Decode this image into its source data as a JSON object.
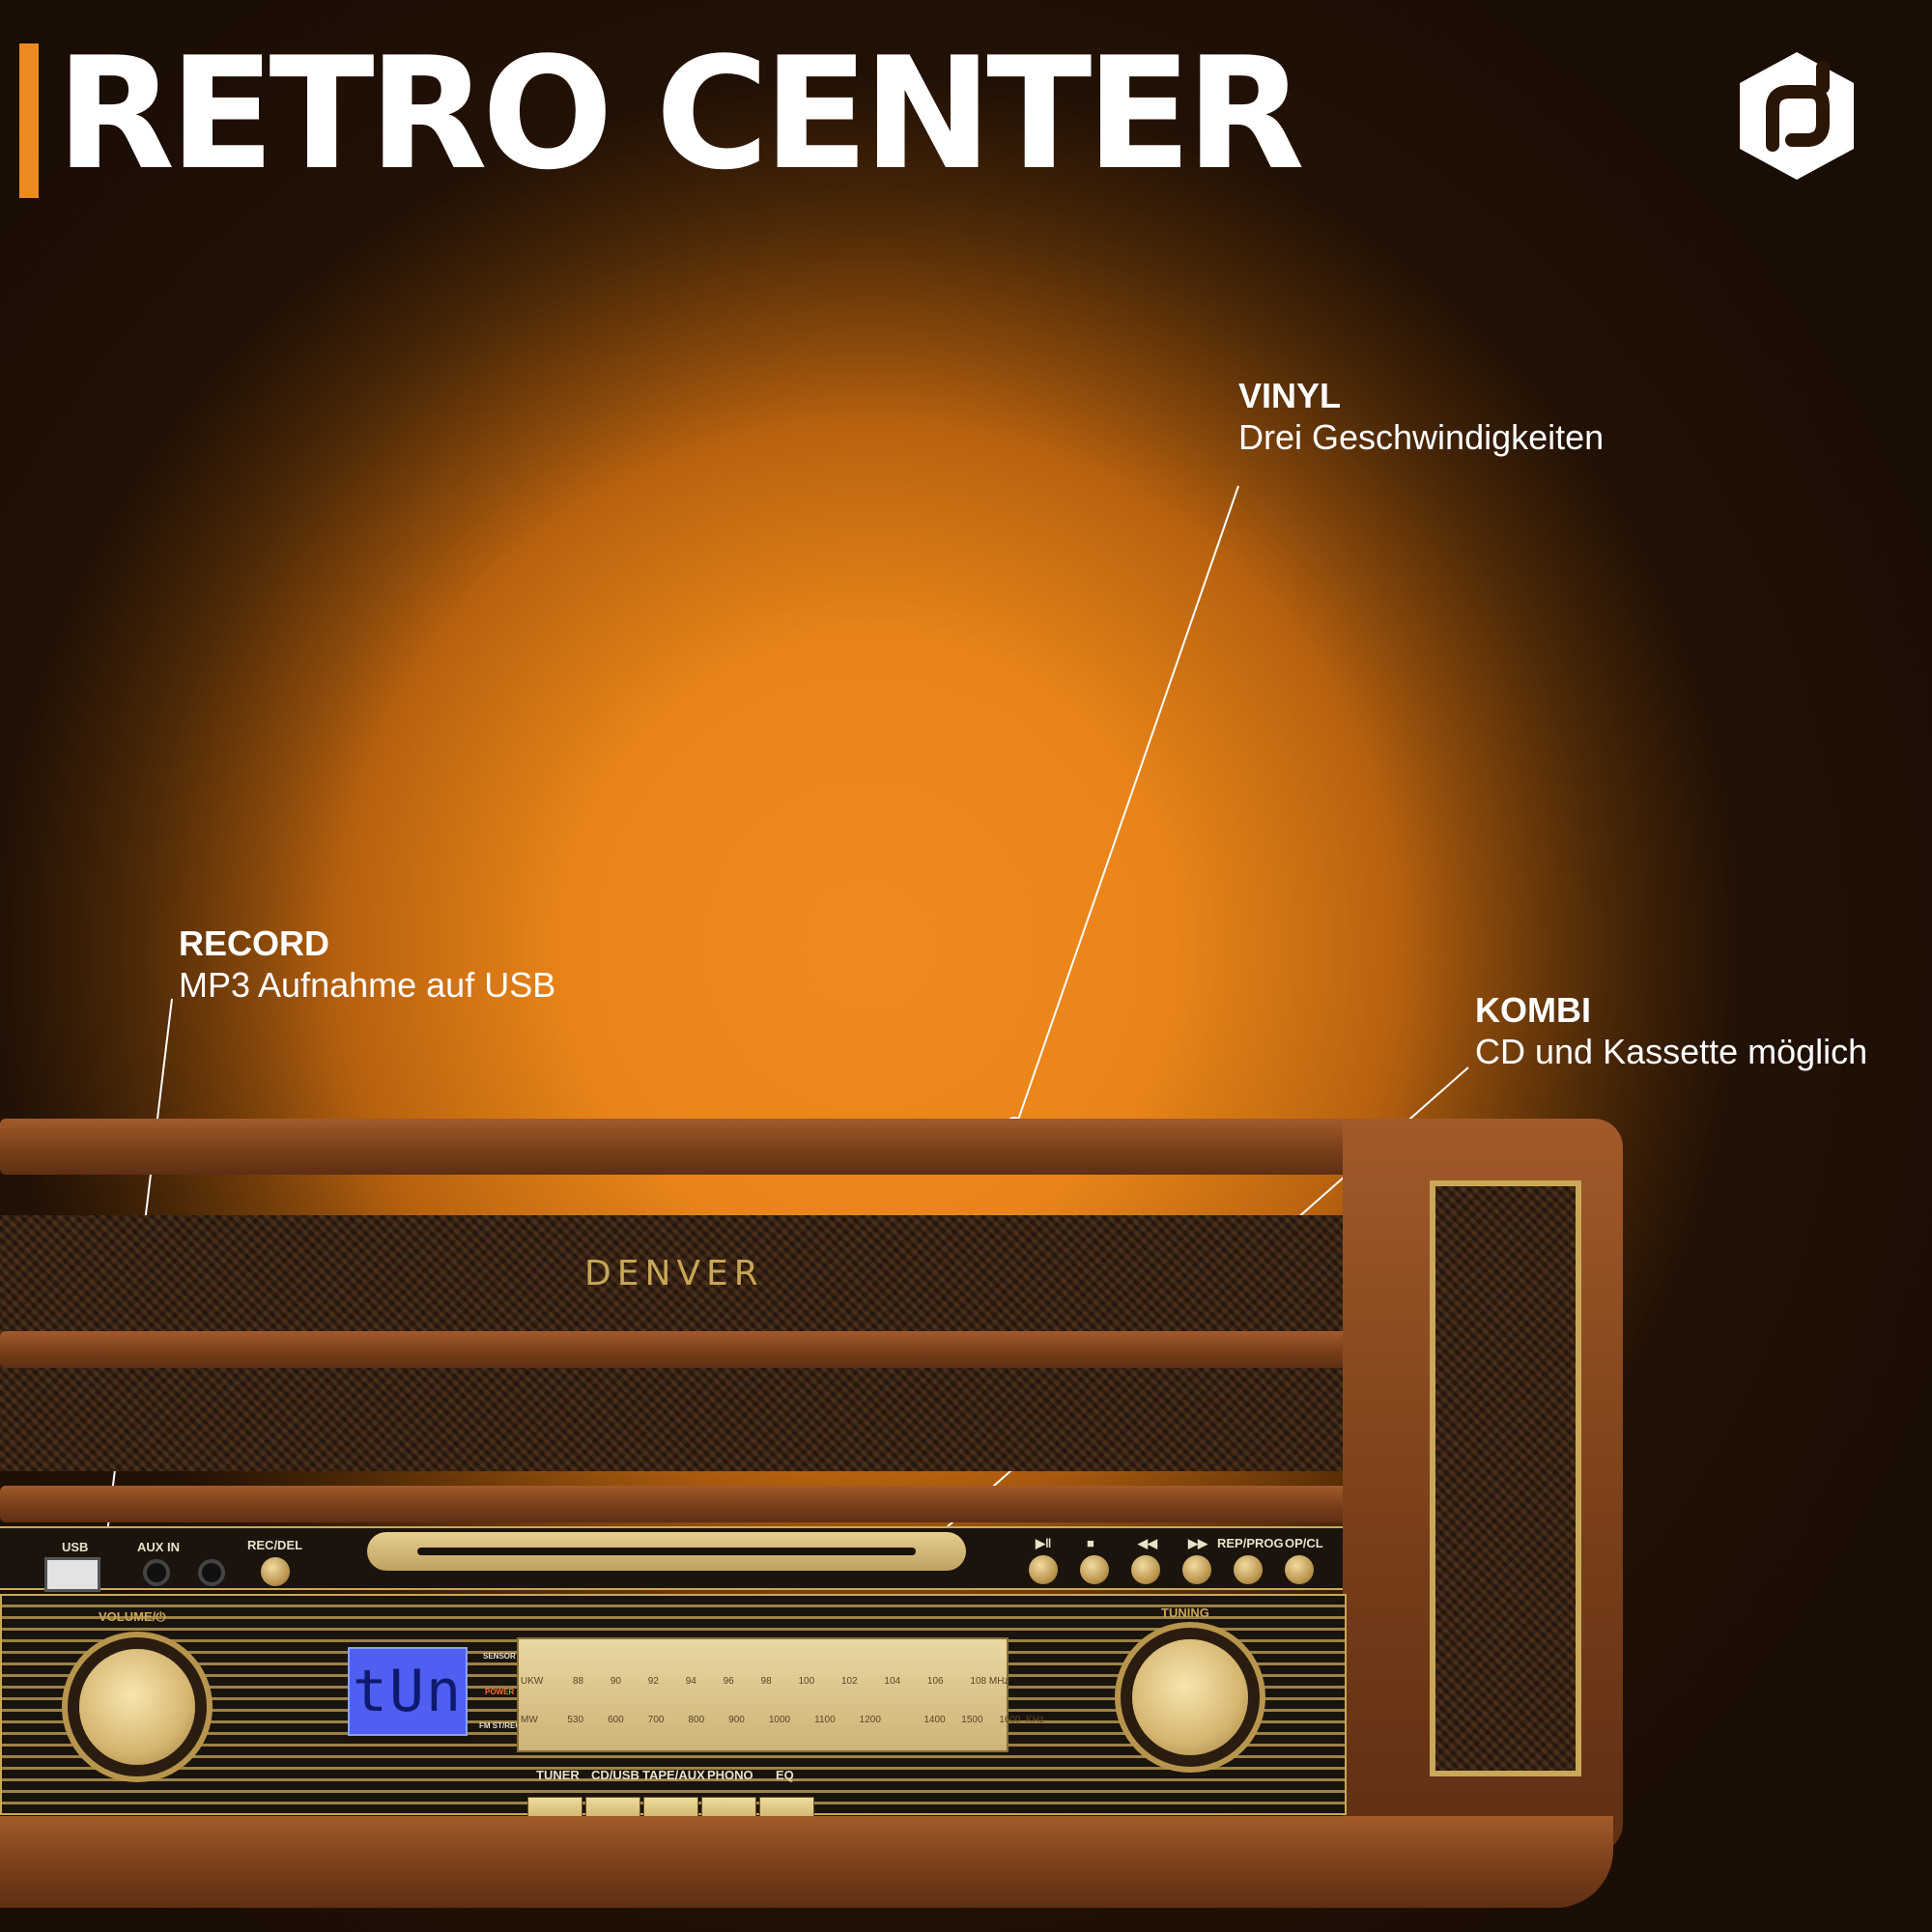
{
  "title": "RETRO CENTER",
  "brand_logo": "hexagon-d-logo",
  "colors": {
    "accent": "#ec8a1f",
    "background_center": "#f08a1e",
    "text": "#ffffff"
  },
  "callouts": [
    {
      "id": "vinyl",
      "heading": "VINYL",
      "text": "Drei Geschwindigkeiten"
    },
    {
      "id": "record",
      "heading": "RECORD",
      "text": "MP3 Aufnahme auf USB"
    },
    {
      "id": "kombi",
      "heading": "KOMBI",
      "text": "CD und Kassette möglich"
    }
  ],
  "device": {
    "brand": "DENVER",
    "panel_labels": {
      "usb": "USB",
      "aux_in": "AUX IN",
      "rec_del": "REC/DEL",
      "rep_prog": "REP/PROG",
      "op_cl": "OP/CL",
      "volume": "VOLUME/⏻",
      "tuning": "TUNING",
      "sensor": "SENSOR",
      "power": "POWER",
      "fm_st": "FM ST/REC"
    },
    "display_text": "tUn",
    "dial": {
      "fm_band": "UKW",
      "fm_unit": "MHz",
      "fm_ticks": [
        "88",
        "90",
        "92",
        "94",
        "96",
        "98",
        "100",
        "102",
        "104",
        "106",
        "108"
      ],
      "am_band": "MW",
      "am_unit": "KHz",
      "am_ticks": [
        "530",
        "600",
        "700",
        "800",
        "900",
        "1000",
        "1100",
        "1200",
        "1400",
        "1500",
        "1600"
      ]
    },
    "source_buttons": [
      "TUNER",
      "CD/USB",
      "TAPE/AUX",
      "PHONO",
      "EQ"
    ],
    "transport_icons": [
      "play-pause-icon",
      "stop-icon",
      "previous-icon",
      "next-icon"
    ]
  }
}
